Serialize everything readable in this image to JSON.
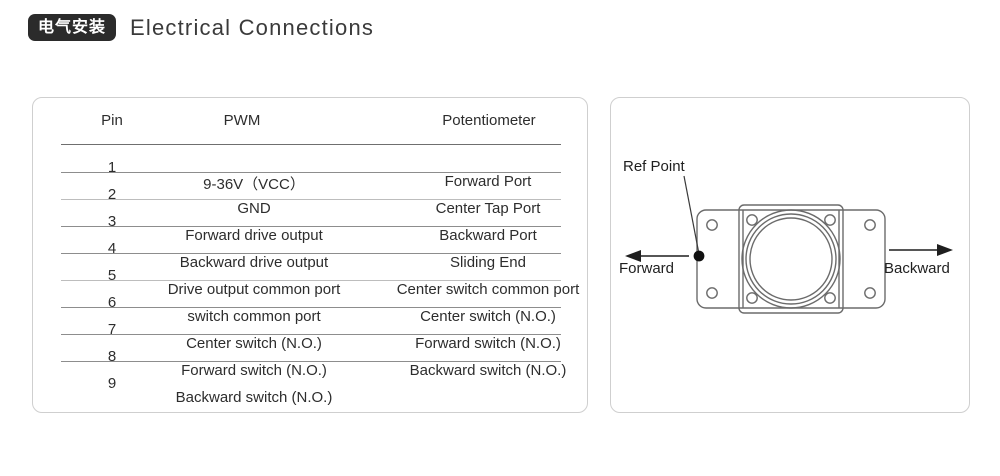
{
  "header": {
    "badge_cn": "电气安装",
    "title": "Electrical Connections"
  },
  "table": {
    "columns": [
      "Pin",
      "PWM",
      "Potentiometer"
    ],
    "rows": [
      {
        "pin": "1",
        "pwm": "9-36V（VCC）",
        "pot": "Forward Port"
      },
      {
        "pin": "2",
        "pwm": "GND",
        "pot": "Center Tap Port"
      },
      {
        "pin": "3",
        "pwm": "Forward drive output",
        "pot": "Backward Port"
      },
      {
        "pin": "4",
        "pwm": "Backward drive output",
        "pot": "Sliding End"
      },
      {
        "pin": "5",
        "pwm": "Drive output common port",
        "pot": "Center switch common port"
      },
      {
        "pin": "6",
        "pwm": "switch common port",
        "pot": "Center switch (N.O.)"
      },
      {
        "pin": "7",
        "pwm": "Center switch (N.O.)",
        "pot": "Forward switch (N.O.)"
      },
      {
        "pin": "8",
        "pwm": "Forward switch (N.O.)",
        "pot": "Backward switch (N.O.)"
      },
      {
        "pin": "9",
        "pwm": "Backward switch (N.O.)",
        "pot": ""
      }
    ]
  },
  "diagram": {
    "ref_point_label": "Ref Point",
    "forward_label": "Forward",
    "backward_label": "Backward"
  },
  "colors": {
    "badge_bg": "#2b2b2b",
    "title_text": "#3a3a3a",
    "panel_border": "#cfcfcf",
    "rule_dark": "#8d8d8d",
    "rule_light": "#bdbdbd",
    "outline": "#6b6b6b",
    "ref_dot": "#111111"
  }
}
